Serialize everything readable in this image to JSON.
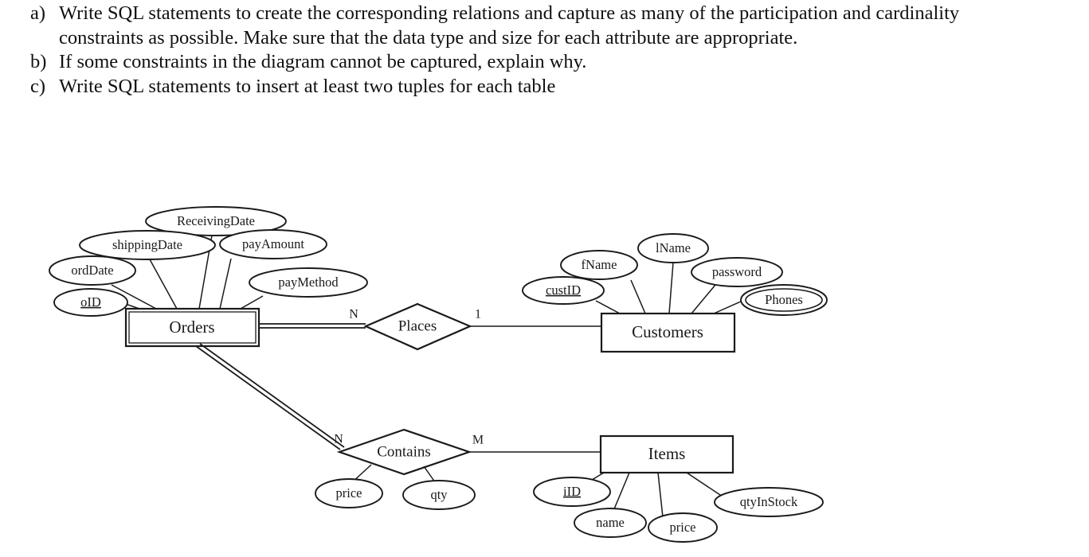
{
  "question": {
    "items": [
      {
        "marker": "a)",
        "text": "Write SQL statements to create the corresponding relations and capture as many of the participation and cardinality constraints as possible. Make sure that the data type and size for each attribute are appropriate."
      },
      {
        "marker": "b)",
        "text": "If some constraints in the diagram cannot be captured, explain why."
      },
      {
        "marker": "c)",
        "text": "Write SQL statements to insert at least two tuples for each table"
      }
    ]
  },
  "diagram": {
    "type": "er-diagram",
    "entities": [
      {
        "id": "orders",
        "label": "Orders",
        "double_border": true
      },
      {
        "id": "customers",
        "label": "Customers",
        "double_border": false
      },
      {
        "id": "items",
        "label": "Items",
        "double_border": false
      }
    ],
    "relationships": [
      {
        "id": "places",
        "label": "Places",
        "left_cardinality": "N",
        "right_cardinality": "1"
      },
      {
        "id": "contains",
        "label": "Contains",
        "left_cardinality": "N",
        "right_cardinality": "M"
      }
    ],
    "attributes": {
      "orders": [
        {
          "label": "oID",
          "key": true,
          "multivalued": false
        },
        {
          "label": "ordDate",
          "key": false,
          "multivalued": false
        },
        {
          "label": "shippingDate",
          "key": false,
          "multivalued": false
        },
        {
          "label": "ReceivingDate",
          "key": false,
          "multivalued": false
        },
        {
          "label": "payAmount",
          "key": false,
          "multivalued": false
        },
        {
          "label": "payMethod",
          "key": false,
          "multivalued": false
        }
      ],
      "customers": [
        {
          "label": "custID",
          "key": true,
          "multivalued": false
        },
        {
          "label": "fName",
          "key": false,
          "multivalued": false
        },
        {
          "label": "lName",
          "key": false,
          "multivalued": false
        },
        {
          "label": "password",
          "key": false,
          "multivalued": false
        },
        {
          "label": "Phones",
          "key": false,
          "multivalued": true
        }
      ],
      "items": [
        {
          "label": "iID",
          "key": true,
          "multivalued": false
        },
        {
          "label": "name",
          "key": false,
          "multivalued": false
        },
        {
          "label": "price",
          "key": false,
          "multivalued": false
        },
        {
          "label": "qtyInStock",
          "key": false,
          "multivalued": false
        }
      ],
      "contains": [
        {
          "label": "price",
          "key": false,
          "multivalued": false
        },
        {
          "label": "qty",
          "key": false,
          "multivalued": false
        }
      ]
    },
    "connections": [
      {
        "from": "orders",
        "to": "places",
        "participation": "total",
        "cardinality": "N"
      },
      {
        "from": "places",
        "to": "customers",
        "participation": "partial",
        "cardinality": "1"
      },
      {
        "from": "orders",
        "to": "contains",
        "participation": "total",
        "cardinality": "N"
      },
      {
        "from": "contains",
        "to": "items",
        "participation": "partial",
        "cardinality": "M"
      }
    ],
    "colors": {
      "stroke": "#1a1a1a",
      "fill": "#ffffff",
      "text": "#111111"
    }
  }
}
